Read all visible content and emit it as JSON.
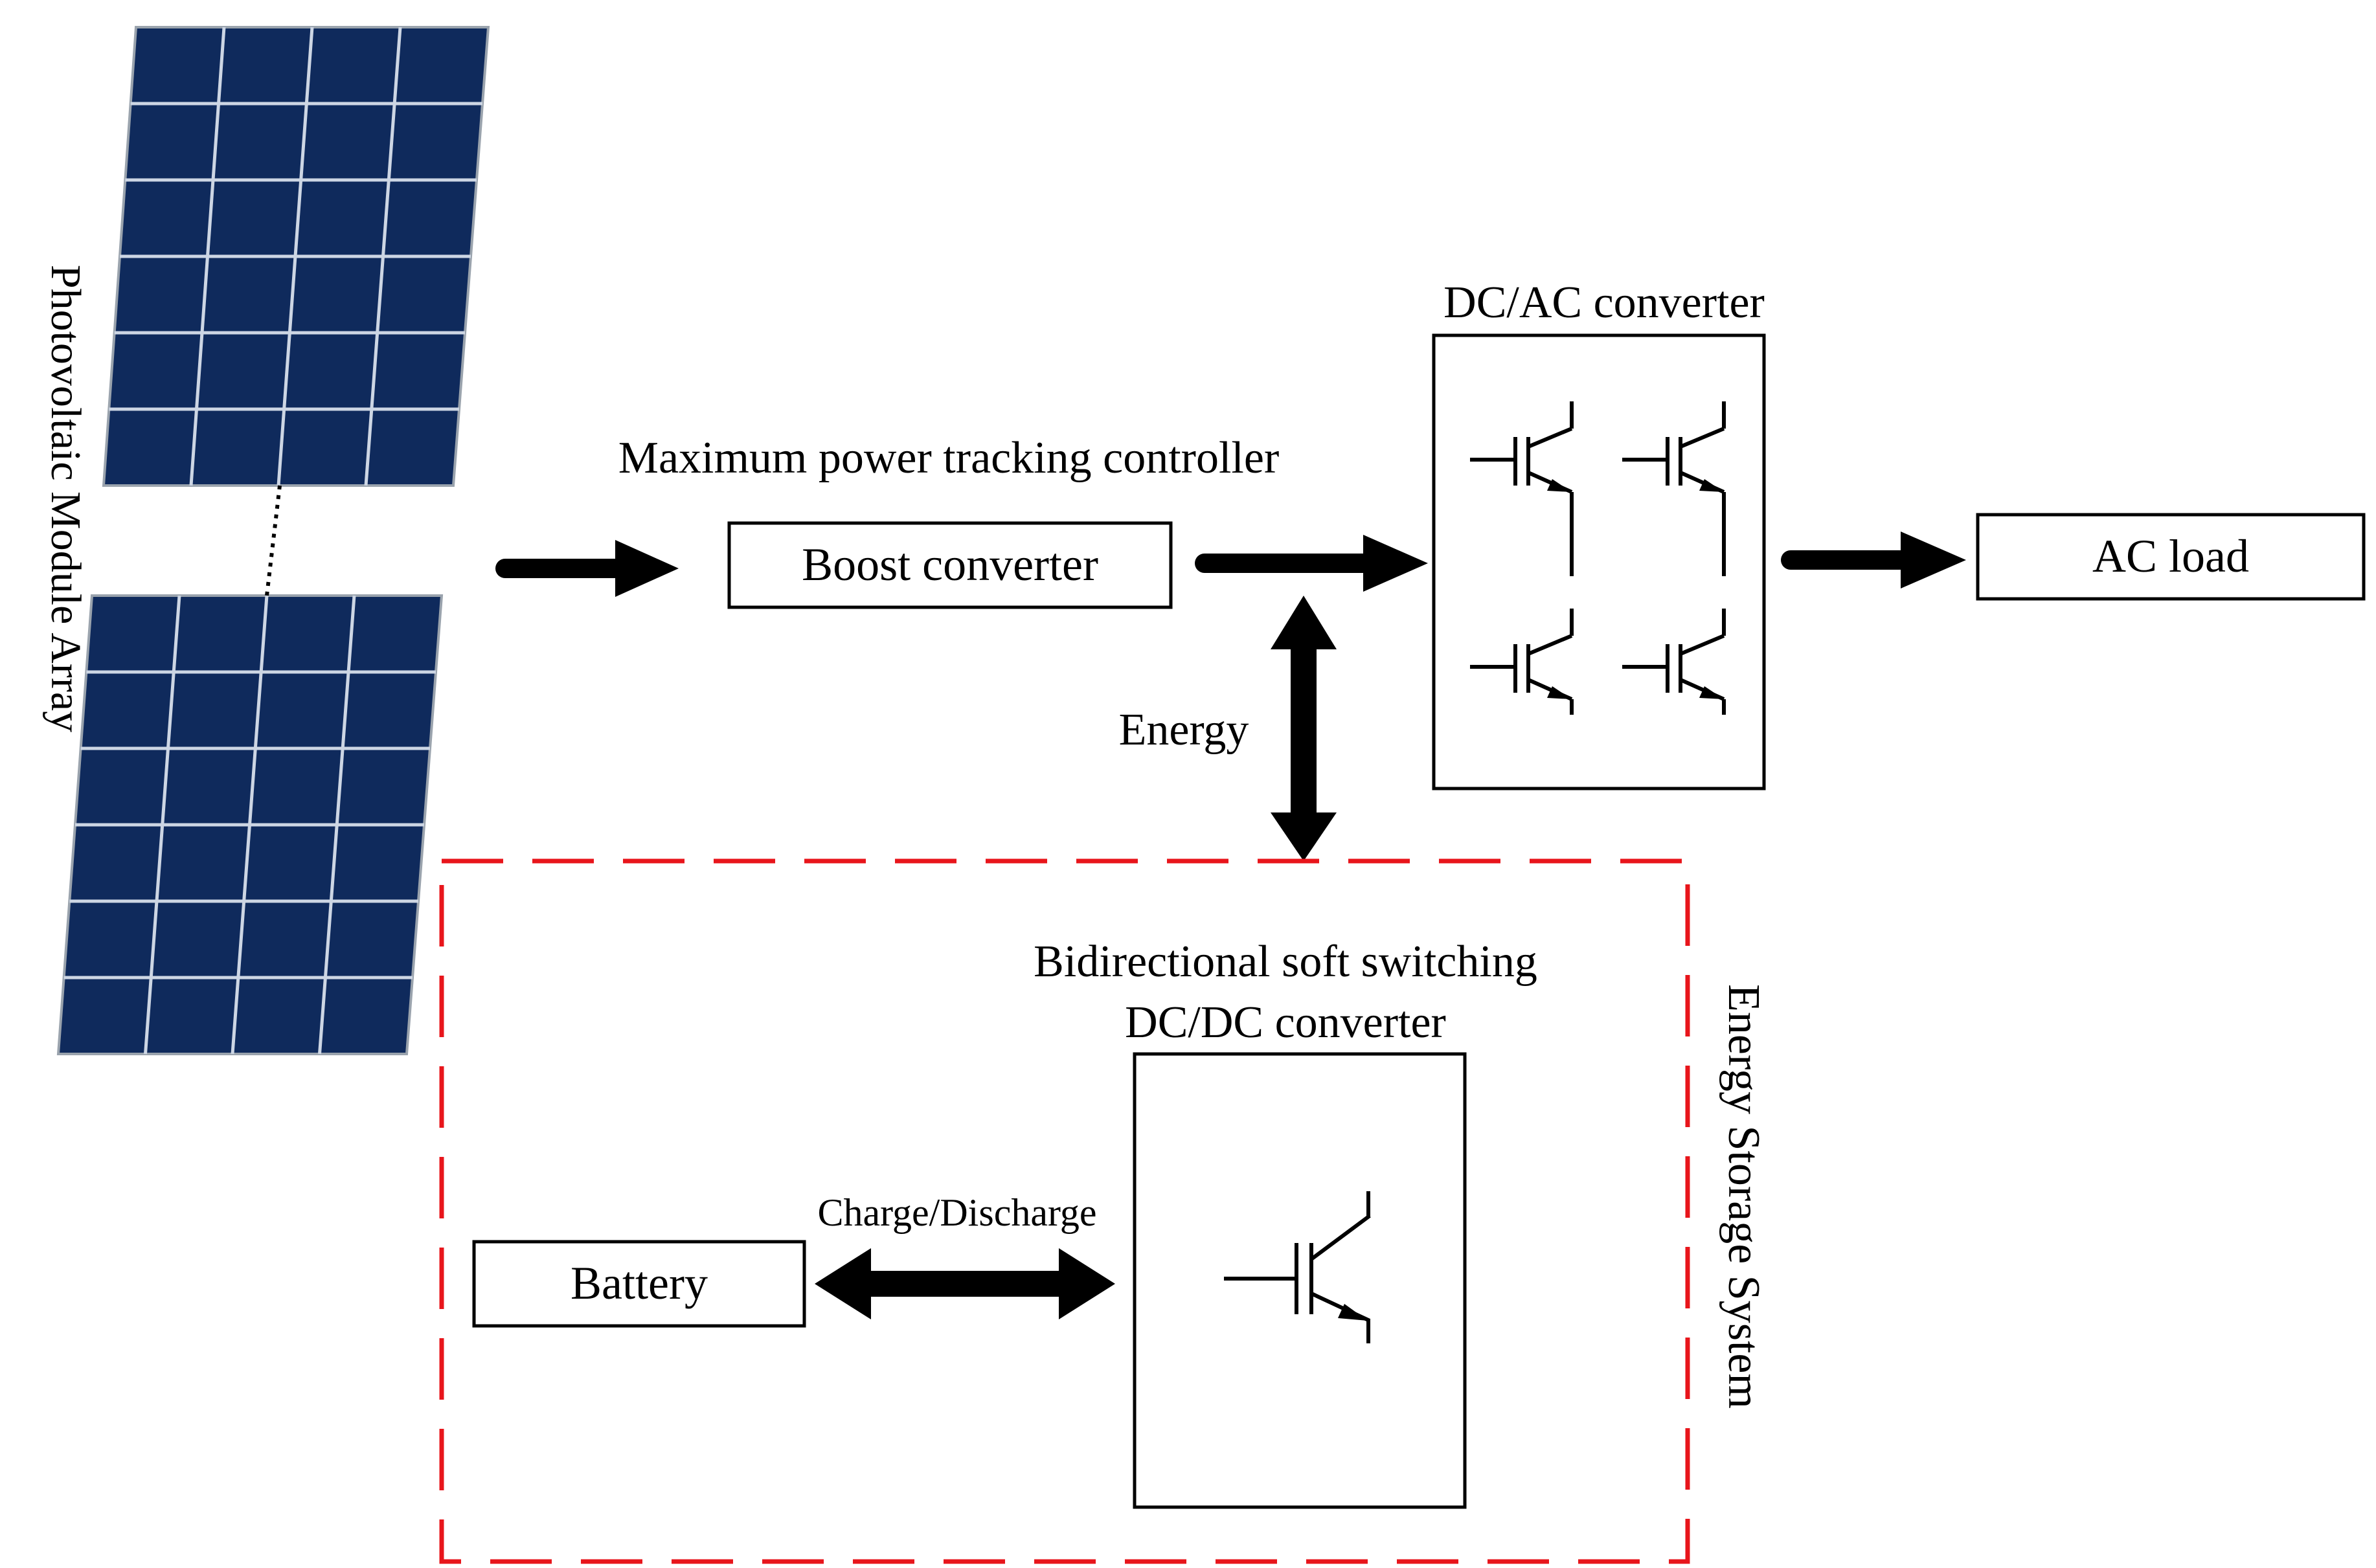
{
  "pv_array": {
    "label": "Photovoltaic Module Array",
    "panel_color": "#0f2a5c",
    "grid_color": "#cdd6e4",
    "panel_rows": 6,
    "panel_cols": 4
  },
  "mppt": {
    "label": "Maximum power tracking controller",
    "boost_label": "Boost converter"
  },
  "inverter": {
    "label": "DC/AC converter"
  },
  "load": {
    "label": "AC load"
  },
  "energy": {
    "label": "Energy"
  },
  "storage": {
    "label": "Energy Storage System",
    "border_color": "#e8151b",
    "converter_label_line1": "Bidirectional soft switching",
    "converter_label_line2": "DC/DC converter",
    "link_label": "Charge/Discharge",
    "battery_label": "Battery"
  }
}
